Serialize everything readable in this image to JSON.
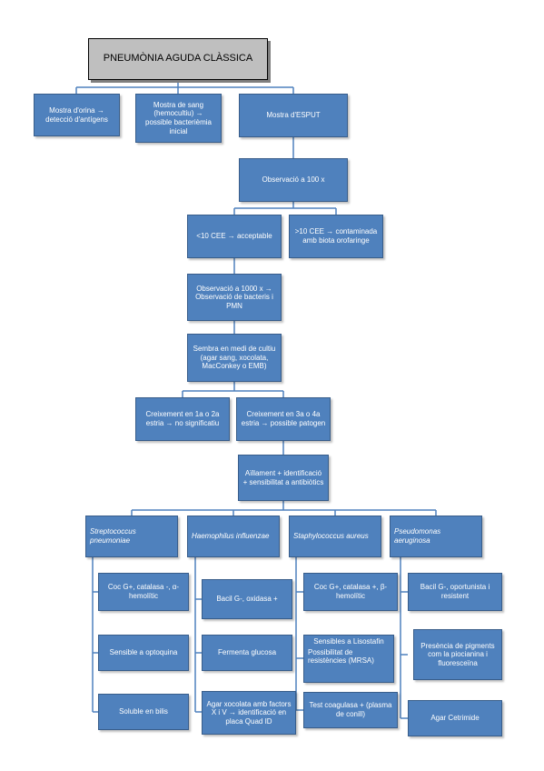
{
  "title": "PNEUMÒNIA AGUDA CLÀSSICA",
  "level1": {
    "urine": "Mostra d'orina → detecció d'antígens",
    "blood": "Mostra de sang (hemocultiu) → possible bacterièmia inicial",
    "sputum": "Mostra d'ESPUT"
  },
  "obs100": "Observació a 100 x",
  "acceptable": "<10 CEE → acceptable",
  "contaminated": ">10 CEE → contaminada amb biota orofaringe",
  "obs1000": "Observació a 1000 x → Observació de bacteris i PMN",
  "culture": "Sembra en medi de cultiu (agar sang, xocolata, MacConkey o EMB)",
  "growth_low": "Creixement en 1a o 2a estria → no significatiu",
  "growth_high": "Creixement en 3a o 4a estria → possible patogen",
  "isolation": "Aïllament + identificació + sensibilitat a antibiòtics",
  "organisms": [
    {
      "name": "Streptococcus pneumoniae",
      "tests": [
        "Coc G+, catalasa -, α-hemolític",
        "Sensible a optoquina",
        "Soluble en bilis"
      ]
    },
    {
      "name": "Haemophilus influenzae",
      "tests": [
        "Bacil G-, oxidasa +",
        "Fermenta glucosa",
        "Agar xocolata amb factors X i V → identificació en placa Quad ID"
      ]
    },
    {
      "name": "Staphylococcus aureus",
      "tests": [
        "Coc G+, catalasa +, β-hemolític",
        "Sensibles a Lisostafin",
        "Test coagulasa + (plasma de conill)"
      ],
      "test2_extra": "Possibilitat de resistències (MRSA)"
    },
    {
      "name": "Pseudomonas aeruginosa",
      "tests": [
        "Bacil G-, oportunista i resistent",
        "Presència de pigments com la piocianina i fluoresceïna",
        "Agar Cetrimide"
      ]
    }
  ],
  "colors": {
    "box_fill": "#4f81bd",
    "box_border": "#385d8a",
    "title_fill": "#bfbfbf",
    "connector": "#4f81bd"
  }
}
